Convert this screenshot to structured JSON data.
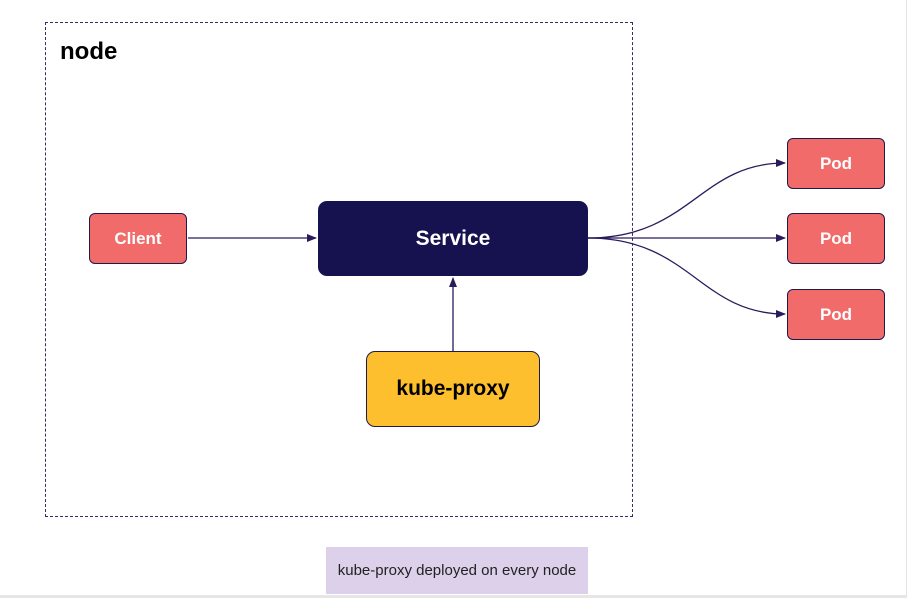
{
  "diagram": {
    "node_label": "node",
    "client_label": "Client",
    "service_label": "Service",
    "proxy_label": "kube-proxy",
    "pods": [
      {
        "label": "Pod"
      },
      {
        "label": "Pod"
      },
      {
        "label": "Pod"
      }
    ],
    "caption": "kube-proxy deployed on every node"
  },
  "colors": {
    "client_pod_fill": "#f26b6b",
    "service_fill": "#16124f",
    "proxy_fill": "#fdbf2d",
    "caption_fill": "#dcd0ea",
    "arrow_color": "#2a1b5c"
  }
}
